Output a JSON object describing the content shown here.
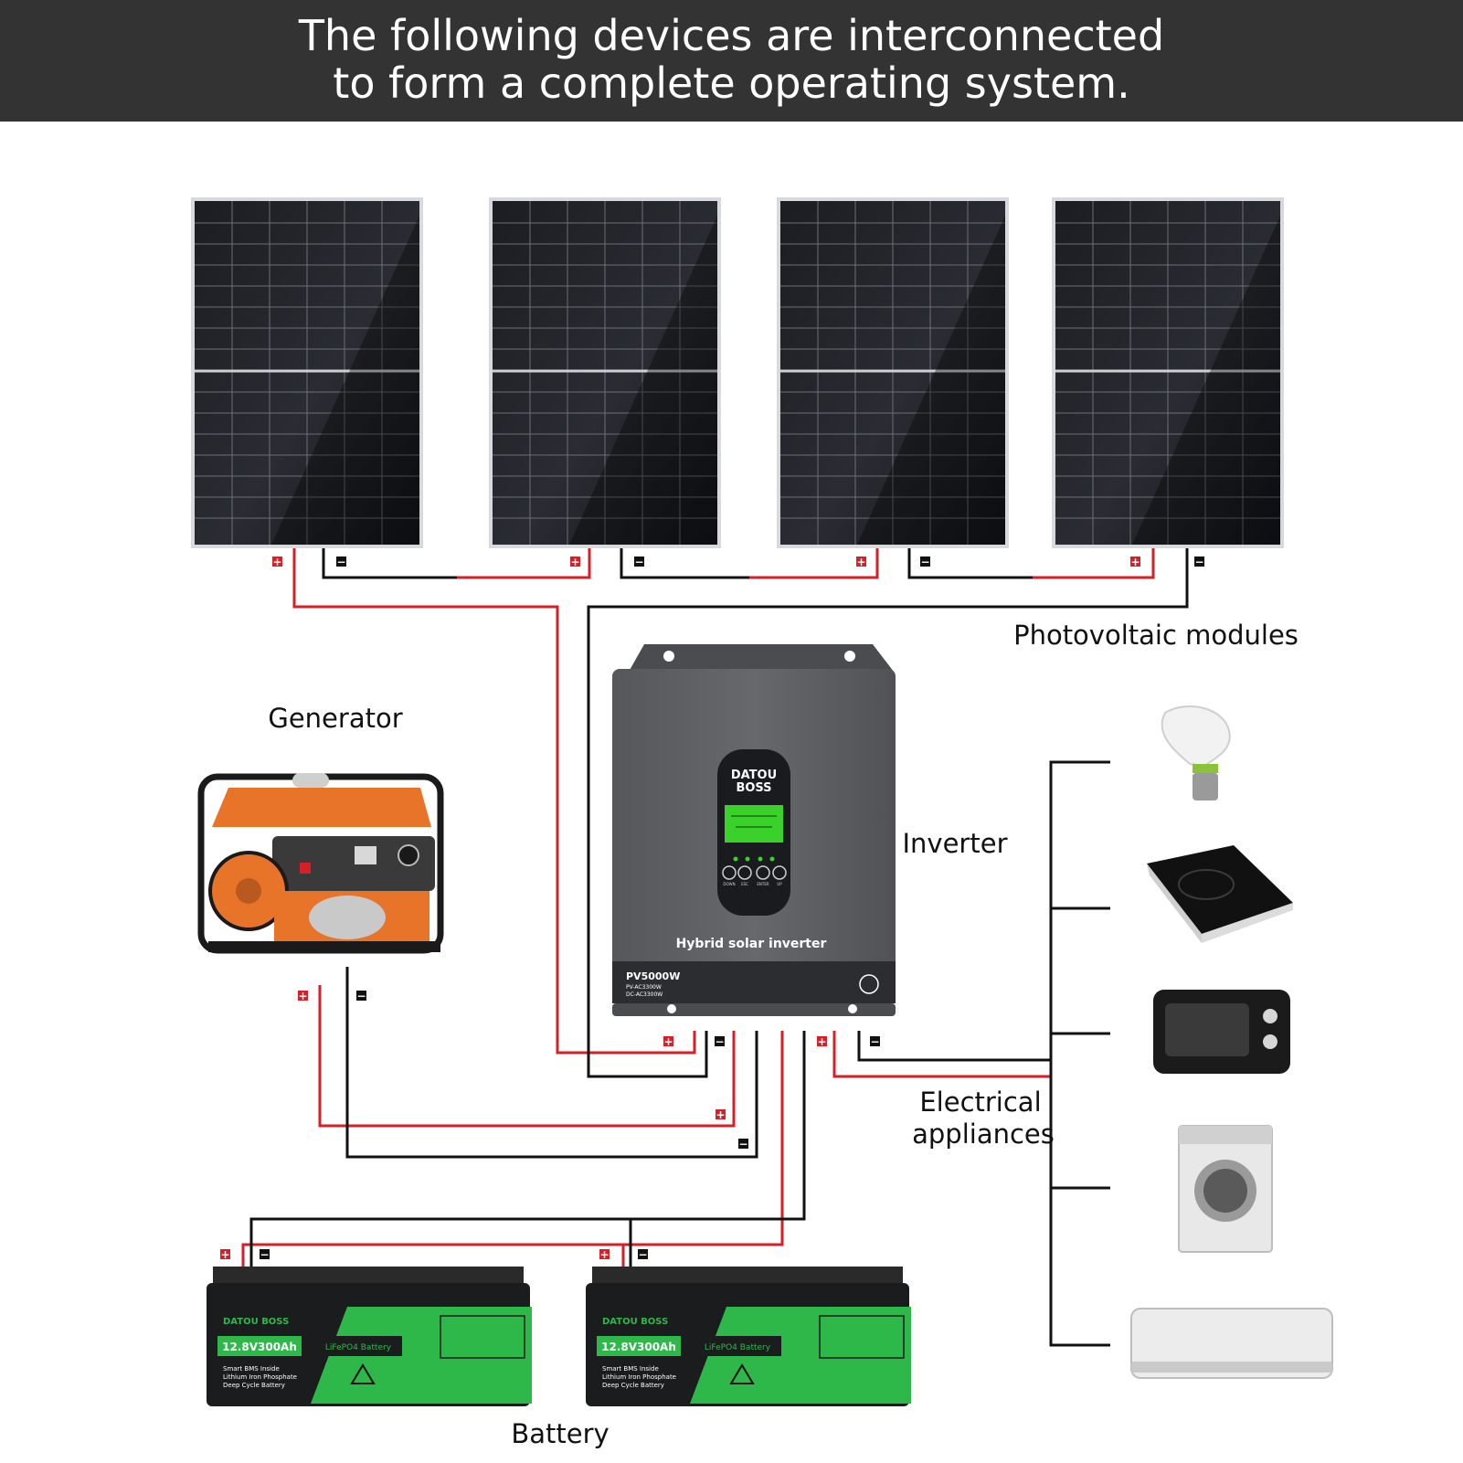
{
  "header": {
    "line1": "The following devices are interconnected",
    "line2": "to form a complete operating system."
  },
  "labels": {
    "pv": "Photovoltaic modules",
    "generator": "Generator",
    "inverter": "Inverter",
    "appliances_line1": "Electrical",
    "appliances_line2": "appliances",
    "battery": "Battery"
  },
  "inverter": {
    "brand_line1": "DATOU",
    "brand_line2": "BOSS",
    "caption": "Hybrid solar inverter",
    "model": "PV5000W",
    "spec1": "PV-AC3300W",
    "spec2": "DC-AC3300W",
    "buttons": [
      "DOWN",
      "ESC",
      "ENTER",
      "UP"
    ]
  },
  "battery": {
    "brand": "DATOU BOSS",
    "capacity": "12.8V300Ah",
    "type": "LiFePO4 Battery",
    "desc1": "Smart BMS Inside",
    "desc2": "Lithium Iron Phosphate",
    "desc3": "Deep Cycle Battery"
  },
  "terminals": {
    "positive": "+",
    "negative": "−"
  },
  "colors": {
    "header_bg": "#333333",
    "positive_wire": "#d61f26",
    "negative_wire": "#111111",
    "inverter_body": "#5e6064",
    "lcd": "#3ad12b",
    "battery_green": "#2fb84a"
  },
  "icons": [
    "solar-panel",
    "generator",
    "hybrid-inverter",
    "lifepo4-battery",
    "light-bulb",
    "induction-cooktop",
    "toaster-oven",
    "washing-machine",
    "air-conditioner"
  ]
}
